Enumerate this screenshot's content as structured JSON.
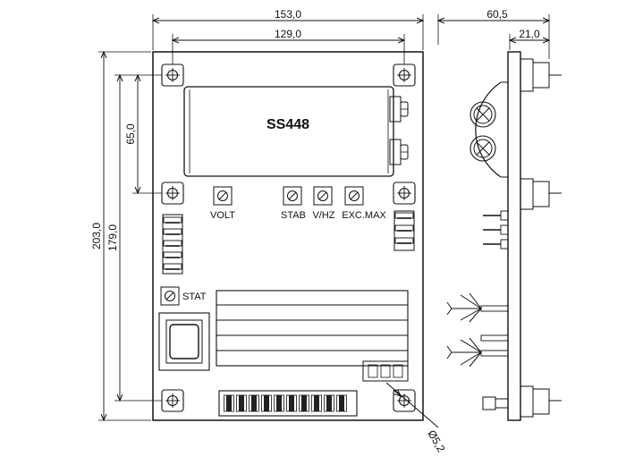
{
  "module_name": "SS448",
  "dimensions": {
    "overall_width": "153,0",
    "hole_spacing_x": "129,0",
    "overall_height": "203,0",
    "hole_spacing_y": "179,0",
    "upper_hole_spacing": "65,0",
    "side_depth": "60,5",
    "side_connector": "21,0",
    "hole_diameter": "Ø5,2"
  },
  "labels": {
    "volt": "VOLT",
    "stab": "STAB",
    "vhz": "V/HZ",
    "excmax": "EXC.MAX",
    "stat": "STAT"
  }
}
